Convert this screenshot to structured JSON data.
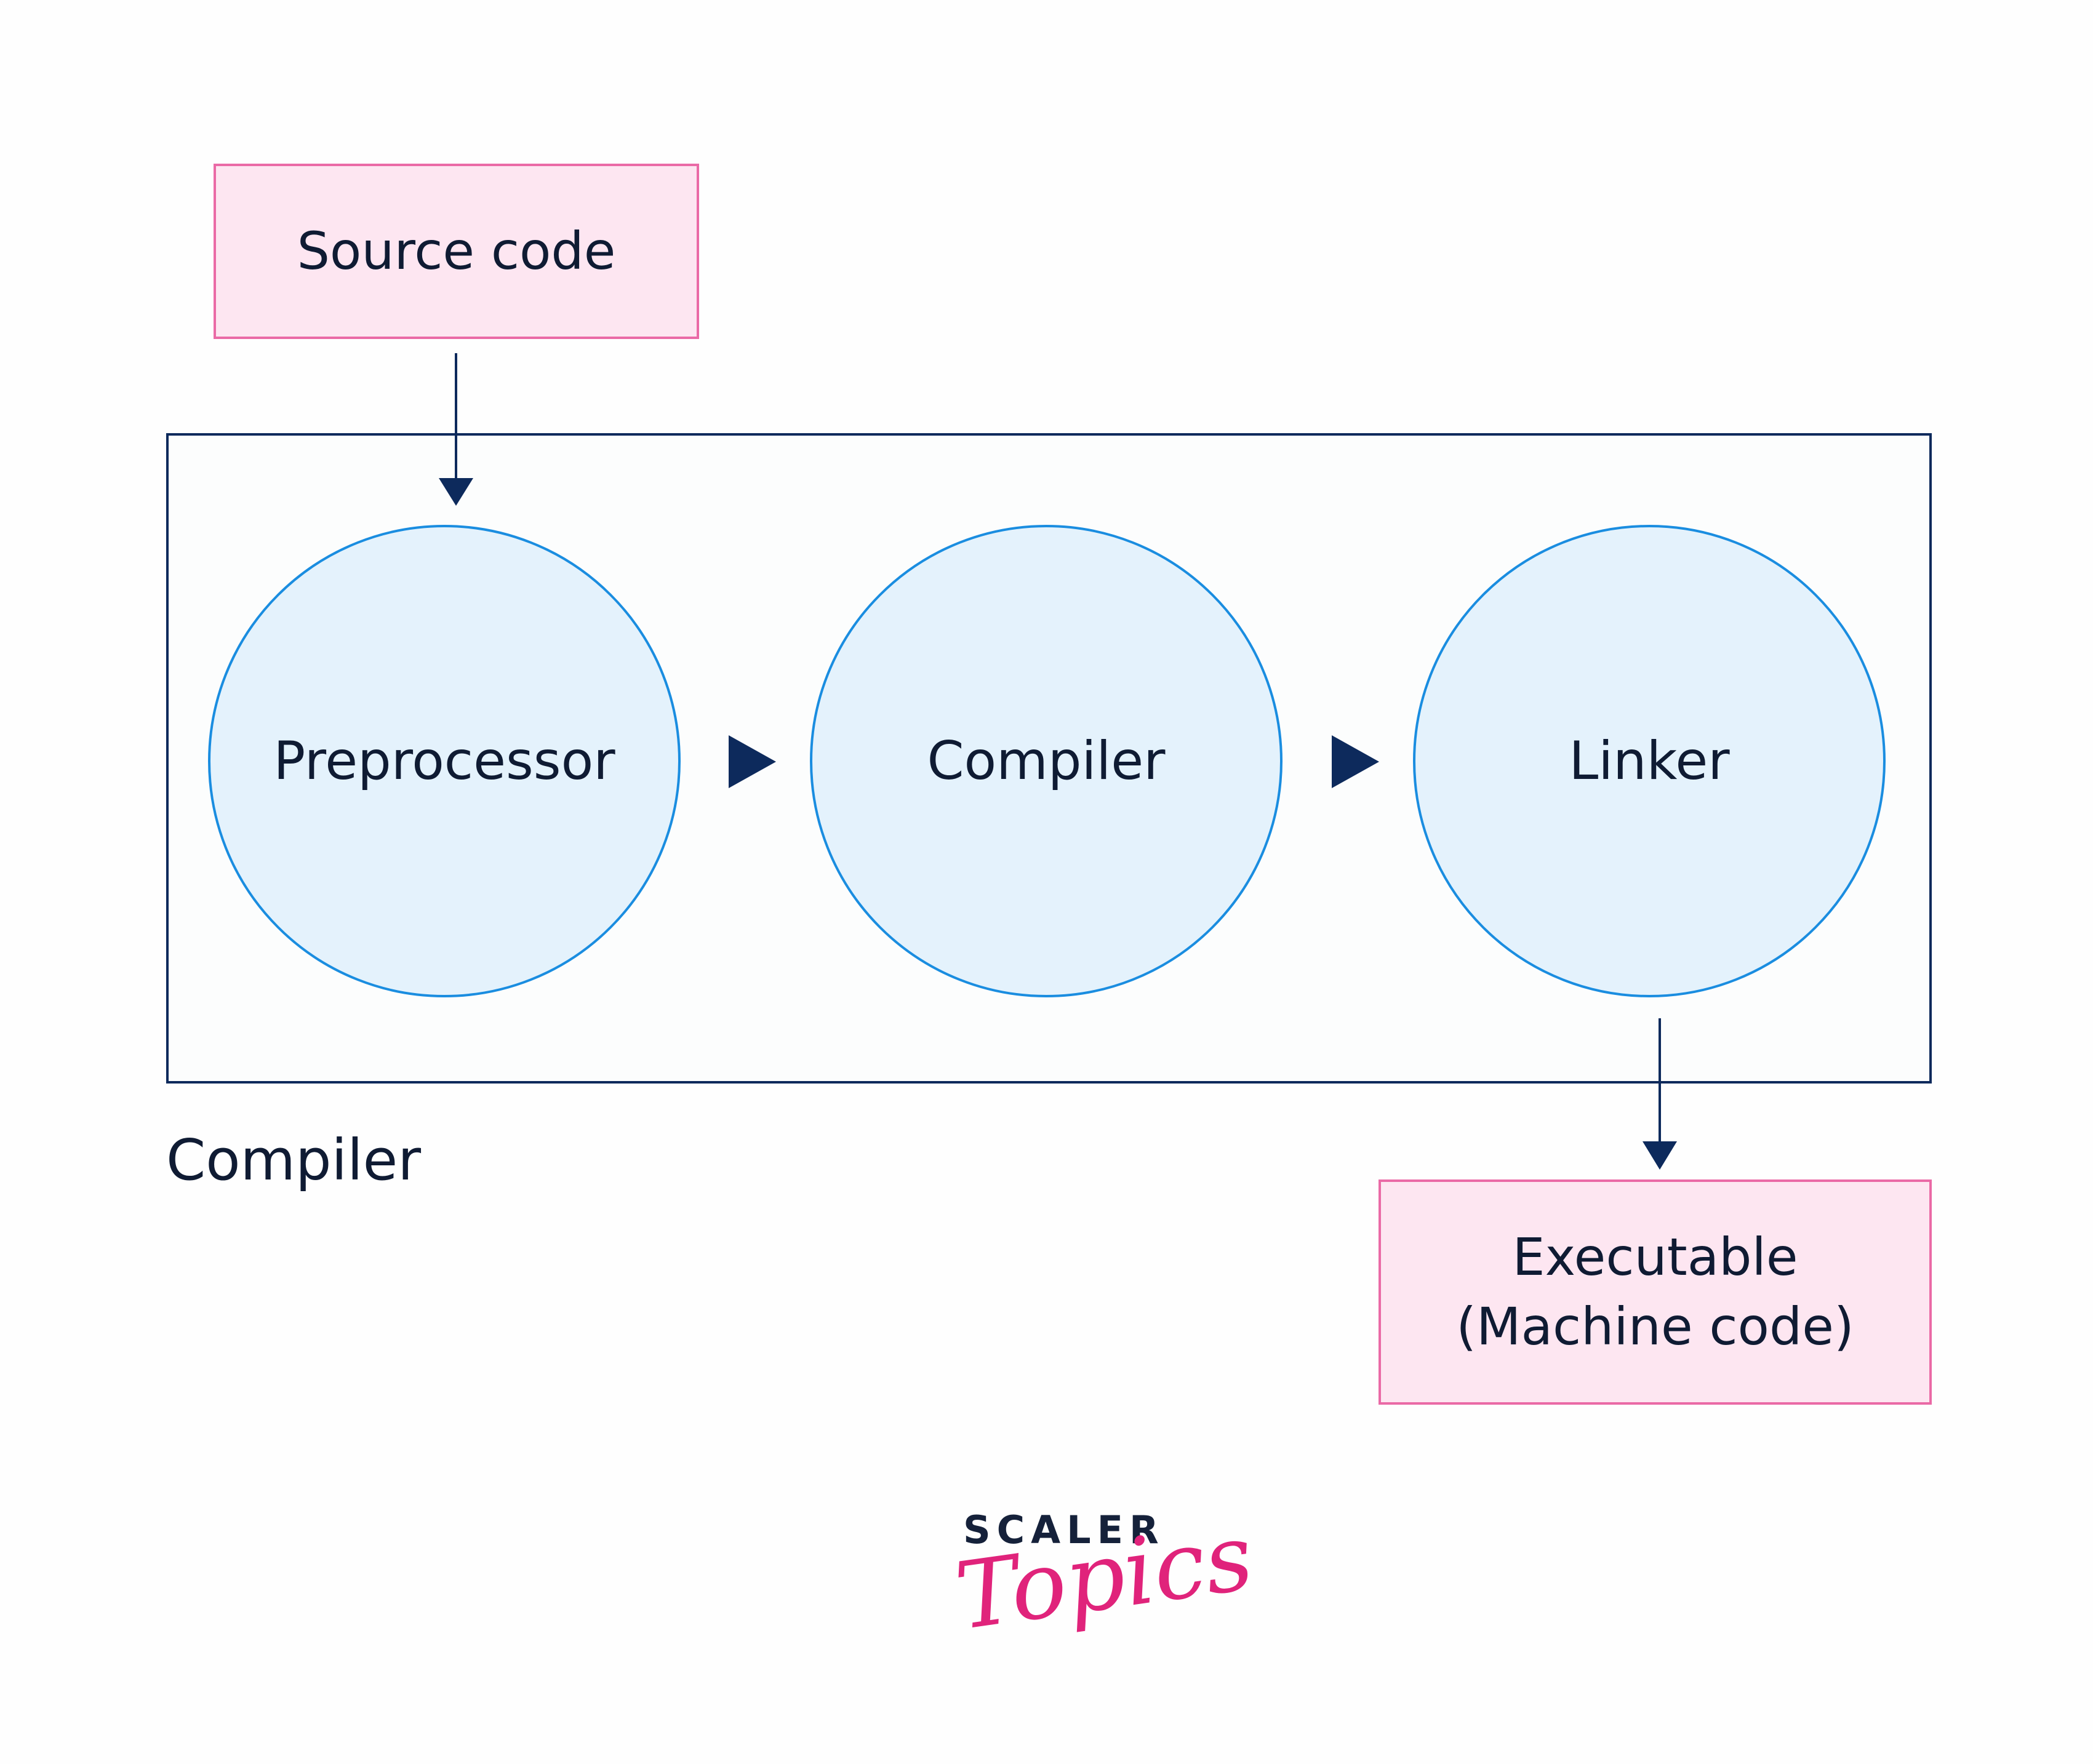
{
  "source": {
    "label": "Source code"
  },
  "stages": [
    {
      "label": "Preprocessor"
    },
    {
      "label": "Compiler"
    },
    {
      "label": "Linker"
    }
  ],
  "frame": {
    "label": "Compiler"
  },
  "output": {
    "line1": "Executable",
    "line2": "(Machine code)"
  },
  "brand": {
    "top": "SCALER",
    "bottom": "Topics"
  },
  "colors": {
    "box_fill": "#fde6f1",
    "box_border": "#ea6aa6",
    "circle_fill": "#e4f2fc",
    "circle_border": "#1a8de0",
    "frame_border": "#0d2a5c",
    "arrow": "#0d2a5c",
    "text": "#0f1b33",
    "brand_pink": "#e0237b"
  }
}
